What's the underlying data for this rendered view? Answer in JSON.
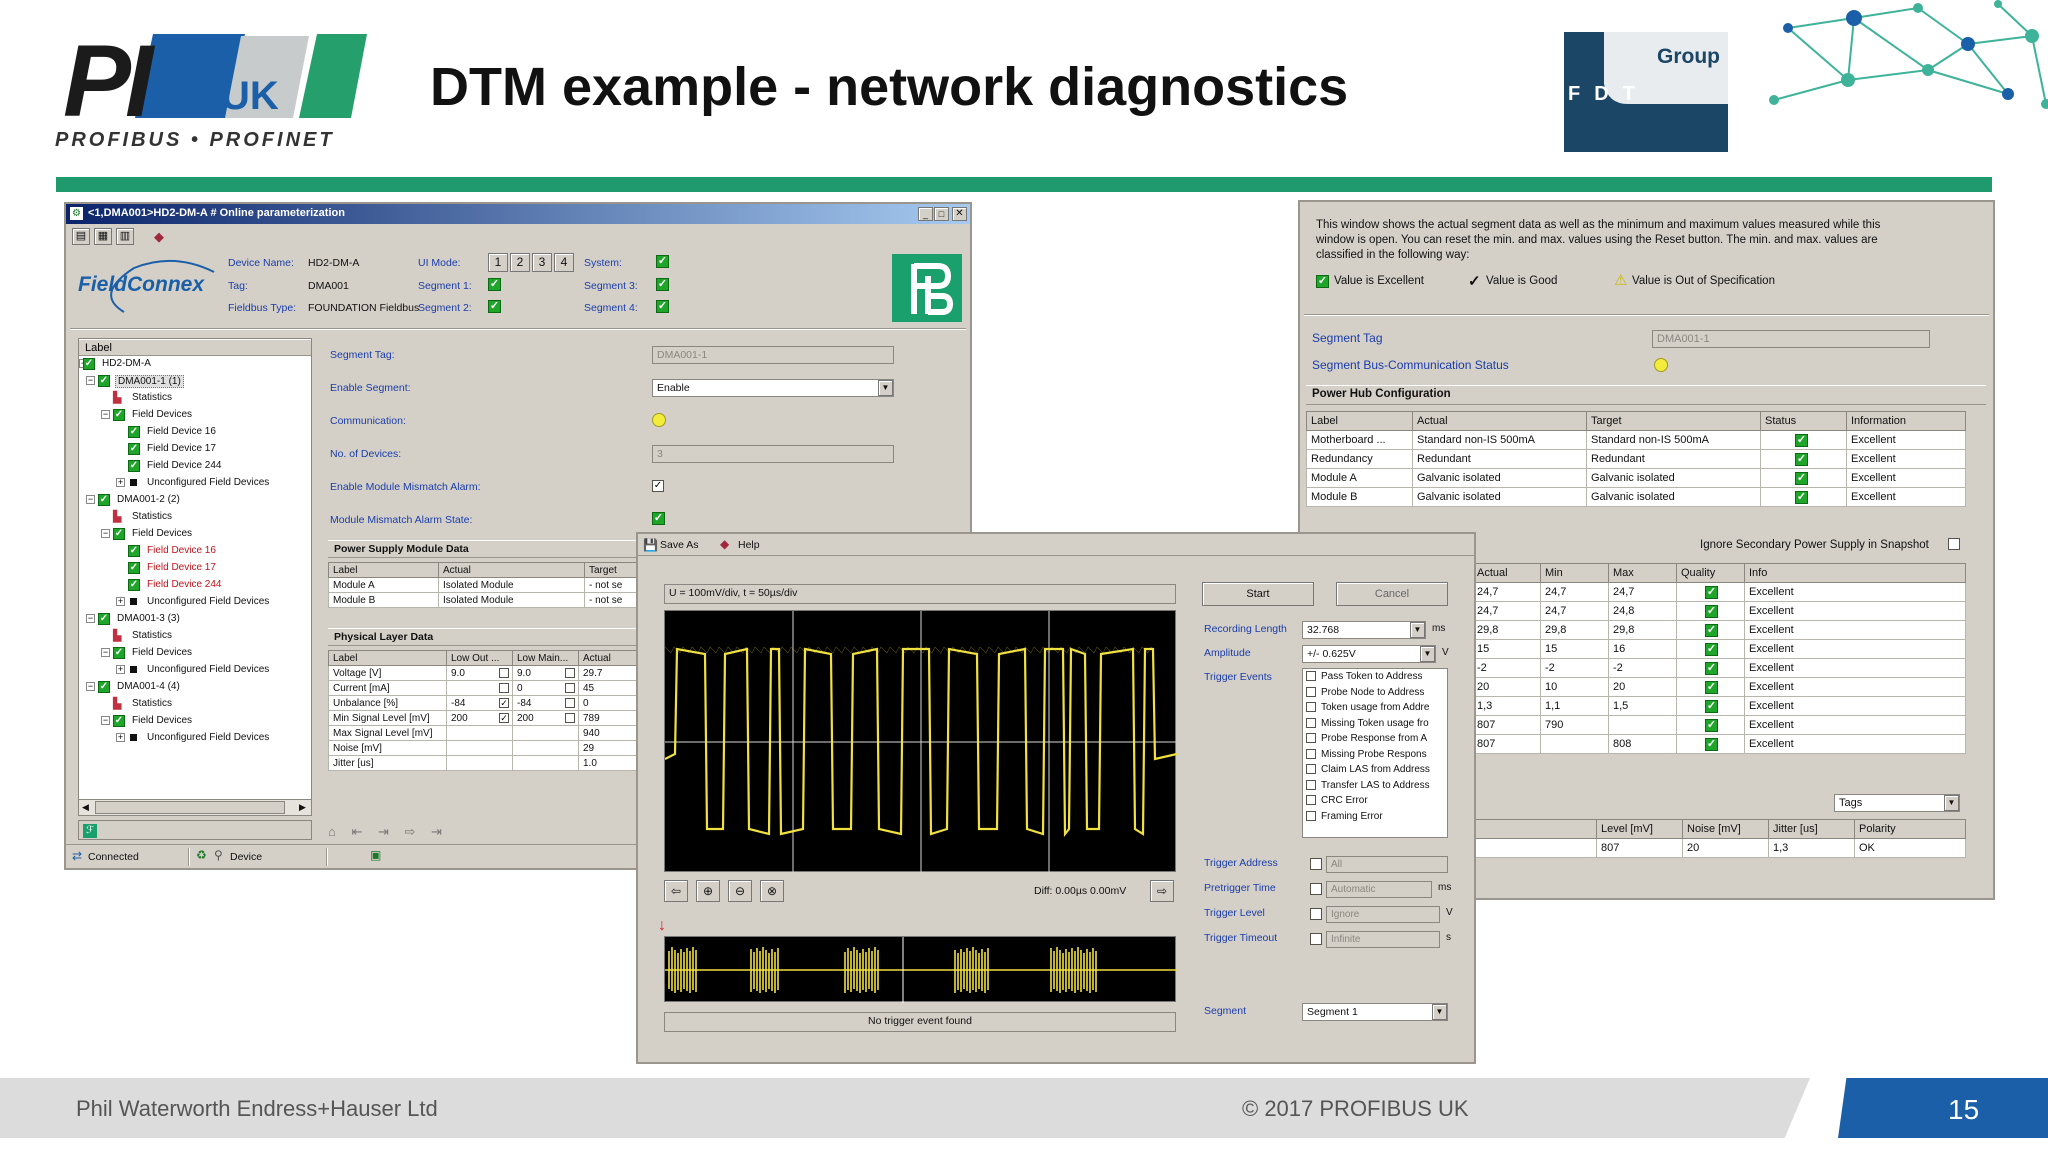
{
  "slide": {
    "title": "DTM example - network diagnostics",
    "logo_pi": "PI",
    "logo_uk": "UK",
    "logo_tagline": "PROFIBUS • PROFINET",
    "fdt_group": "Group",
    "fdt_text": "FDT",
    "footer_left": "Phil Waterworth Endress+Hauser Ltd",
    "footer_center": "© 2017   PROFIBUS UK",
    "page_number": "15",
    "accent_color": "#1f9a6f",
    "brand_blue": "#1a5fa8"
  },
  "left_window": {
    "title": "<1,DMA001>HD2-DM-A # Online parameterization",
    "logo": "FieldConnex",
    "device_name_label": "Device Name:",
    "device_name": "HD2-DM-A",
    "tag_label": "Tag:",
    "tag": "DMA001",
    "fieldbus_type_label": "Fieldbus Type:",
    "fieldbus_type": "FOUNDATION Fieldbus",
    "ui_mode_label": "UI Mode:",
    "ui_modes": [
      "1",
      "2",
      "3",
      "4"
    ],
    "segment1_label": "Segment 1:",
    "segment2_label": "Segment 2:",
    "system_label": "System:",
    "segment3_label": "Segment 3:",
    "segment4_label": "Segment 4:",
    "tree_header": "Label",
    "tree": [
      {
        "label": "HD2-DM-A",
        "level": 0,
        "type": "check",
        "exp": "-"
      },
      {
        "label": "DMA001-1 (1)",
        "level": 1,
        "type": "check",
        "exp": "-",
        "sel": true
      },
      {
        "label": "Statistics",
        "level": 2,
        "type": "stat"
      },
      {
        "label": "Field Devices",
        "level": 2,
        "type": "check",
        "exp": "-"
      },
      {
        "label": "Field Device 16",
        "level": 3,
        "type": "check"
      },
      {
        "label": "Field Device 17",
        "level": 3,
        "type": "check"
      },
      {
        "label": "Field Device 244",
        "level": 3,
        "type": "check"
      },
      {
        "label": "Unconfigured Field Devices",
        "level": 3,
        "type": "square",
        "exp": "+"
      },
      {
        "label": "DMA001-2 (2)",
        "level": 1,
        "type": "check",
        "exp": "-"
      },
      {
        "label": "Statistics",
        "level": 2,
        "type": "stat"
      },
      {
        "label": "Field Devices",
        "level": 2,
        "type": "check",
        "exp": "-"
      },
      {
        "label": "Field Device 16",
        "level": 3,
        "type": "check",
        "red": true
      },
      {
        "label": "Field Device 17",
        "level": 3,
        "type": "check",
        "red": true
      },
      {
        "label": "Field Device 244",
        "level": 3,
        "type": "check",
        "red": true
      },
      {
        "label": "Unconfigured Field Devices",
        "level": 3,
        "type": "square",
        "exp": "+"
      },
      {
        "label": "DMA001-3 (3)",
        "level": 1,
        "type": "check",
        "exp": "-"
      },
      {
        "label": "Statistics",
        "level": 2,
        "type": "stat"
      },
      {
        "label": "Field Devices",
        "level": 2,
        "type": "check",
        "exp": "-"
      },
      {
        "label": "Unconfigured Field Devices",
        "level": 3,
        "type": "square",
        "exp": "+"
      },
      {
        "label": "DMA001-4 (4)",
        "level": 1,
        "type": "check",
        "exp": "-"
      },
      {
        "label": "Statistics",
        "level": 2,
        "type": "stat"
      },
      {
        "label": "Field Devices",
        "level": 2,
        "type": "check",
        "exp": "-"
      },
      {
        "label": "Unconfigured Field Devices",
        "level": 3,
        "type": "square",
        "exp": "+"
      }
    ],
    "form": {
      "segment_tag_label": "Segment Tag:",
      "segment_tag": "DMA001-1",
      "enable_segment_label": "Enable Segment:",
      "enable_segment": "Enable",
      "communication_label": "Communication:",
      "no_devices_label": "No. of Devices:",
      "no_devices": "3",
      "mismatch_alarm_label": "Enable Module Mismatch Alarm:",
      "mismatch_state_label": "Module Mismatch Alarm State:"
    },
    "psm_title": "Power Supply Module Data",
    "psm_headers": [
      "Label",
      "Actual",
      "Target"
    ],
    "psm_rows": [
      [
        "Module A",
        "Isolated Module",
        "- not se"
      ],
      [
        "Module B",
        "Isolated Module",
        "- not se"
      ]
    ],
    "phys_title": "Physical Layer Data",
    "phys_headers": [
      "Label",
      "Low Out ...",
      "Low Main...",
      "Actual"
    ],
    "phys_rows": [
      {
        "label": "Voltage [V]",
        "low_out": "9.0",
        "c1": false,
        "low_main": "9.0",
        "c2": false,
        "actual": "29.7"
      },
      {
        "label": "Current [mA]",
        "low_out": "",
        "c1": false,
        "low_main": "0",
        "c2": false,
        "actual": "45"
      },
      {
        "label": "Unbalance [%]",
        "low_out": "-84",
        "c1": true,
        "low_main": "-84",
        "c2": false,
        "actual": "0"
      },
      {
        "label": "Min Signal Level [mV]",
        "low_out": "200",
        "c1": true,
        "low_main": "200",
        "c2": false,
        "actual": "789"
      },
      {
        "label": "Max Signal Level [mV]",
        "low_out": "",
        "c1": null,
        "low_main": "",
        "c2": null,
        "actual": "940"
      },
      {
        "label": "Noise [mV]",
        "low_out": "",
        "c1": null,
        "low_main": "",
        "c2": null,
        "actual": "29"
      },
      {
        "label": "Jitter [us]",
        "low_out": "",
        "c1": null,
        "low_main": "",
        "c2": null,
        "actual": "1.0"
      }
    ],
    "status_connected": "Connected",
    "status_device": "Device"
  },
  "right_window": {
    "intro": [
      "This window shows the actual segment data as well as the minimum and maximum values measured while this",
      "window is open. You can reset the min. and max. values using the Reset button. The min. and max. values are",
      "classified in the following way:"
    ],
    "legend_excellent": "Value is Excellent",
    "legend_good": "Value is Good",
    "legend_out": "Value is Out of Specification",
    "segment_tag_label": "Segment Tag",
    "segment_tag": "DMA001-1",
    "bus_status_label": "Segment Bus-Communication Status",
    "hub_title": "Power Hub Configuration",
    "hub_headers": [
      "Label",
      "Actual",
      "Target",
      "Status",
      "Information"
    ],
    "hub_rows": [
      [
        "Motherboard ...",
        "Standard non-IS 500mA",
        "Standard non-IS 500mA",
        "Excellent"
      ],
      [
        "Redundancy",
        "Redundant",
        "Redundant",
        "Excellent"
      ],
      [
        "Module A",
        "Galvanic isolated",
        "Galvanic isolated",
        "Excellent"
      ],
      [
        "Module B",
        "Galvanic isolated",
        "Galvanic isolated",
        "Excellent"
      ]
    ],
    "ignore_label": "Ignore Secondary Power Supply in Snapshot",
    "meas_headers": [
      "Actual",
      "Min",
      "Max",
      "Quality",
      "Info"
    ],
    "meas_rows": [
      [
        "24,7",
        "24,7",
        "24,7",
        "Excellent"
      ],
      [
        "24,7",
        "24,7",
        "24,8",
        "Excellent"
      ],
      [
        "29,8",
        "29,8",
        "29,8",
        "Excellent"
      ],
      [
        "15",
        "15",
        "16",
        "Excellent"
      ],
      [
        "-2",
        "-2",
        "-2",
        "Excellent"
      ],
      [
        "20",
        "10",
        "20",
        "Excellent"
      ],
      [
        "1,3",
        "1,1",
        "1,5",
        "Excellent"
      ],
      [
        "807",
        "790",
        "",
        "Excellent"
      ],
      [
        "807",
        "",
        "808",
        "Excellent"
      ]
    ],
    "tags_select": "Tags",
    "sig_headers": [
      "Level [mV]",
      "Noise [mV]",
      "Jitter [us]",
      "Polarity"
    ],
    "sig_row": [
      "807",
      "20",
      "1,3",
      "OK"
    ]
  },
  "scope_window": {
    "save_as": "Save As",
    "help": "Help",
    "scale_text": "U = 100mV/div, t = 50µs/div",
    "diff_text": "Diff: 0.00µs 0.00mV",
    "no_trigger": "No trigger event found",
    "start_btn": "Start",
    "cancel_btn": "Cancel",
    "recording_length_label": "Recording Length",
    "recording_length": "32.768",
    "ms_unit": "ms",
    "amplitude_label": "Amplitude",
    "amplitude": "+/- 0.625V",
    "v_unit": "V",
    "trigger_events_label": "Trigger Events",
    "trigger_events": [
      "Pass Token to Address",
      "Probe Node to Address",
      "Token usage from Addre",
      "Missing Token usage fro",
      "Probe Response from A",
      "Missing Probe Respons",
      "Claim LAS from Address",
      "Transfer LAS to Address",
      "CRC Error",
      "Framing Error"
    ],
    "trigger_address_label": "Trigger Address",
    "trigger_address": "All",
    "pretrigger_label": "Pretrigger Time",
    "pretrigger": "Automatic",
    "trigger_level_label": "Trigger Level",
    "trigger_level": "Ignore",
    "trigger_timeout_label": "Trigger Timeout",
    "trigger_timeout": "Infinite",
    "s_unit": "s",
    "segment_label": "Segment",
    "segment": "Segment 1"
  }
}
